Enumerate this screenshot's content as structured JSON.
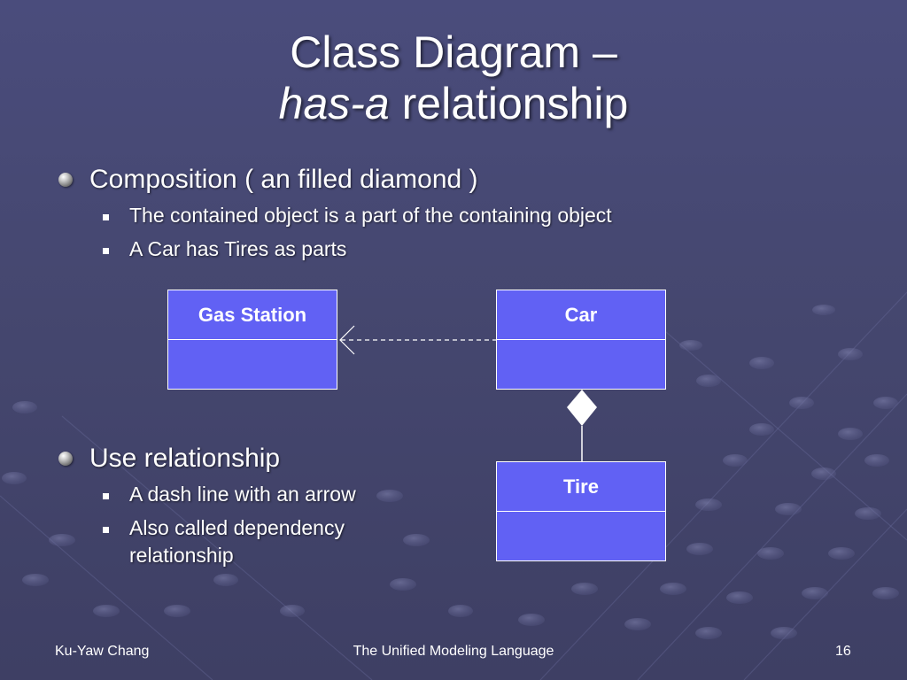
{
  "title": {
    "line1": "Class Diagram –",
    "line2_italic": "has-a",
    "line2_rest": " relationship"
  },
  "sections": [
    {
      "heading": "Composition ( an filled diamond )",
      "points": [
        "The contained object is a part of the containing object",
        "A Car has Tires as parts"
      ]
    },
    {
      "heading": "Use relationship",
      "points": [
        "A dash line with an arrow",
        "Also called dependency",
        "relationship"
      ]
    }
  ],
  "diagram": {
    "classes": {
      "gas_station": "Gas Station",
      "car": "Car",
      "tire": "Tire"
    }
  },
  "footer": {
    "author": "Ku-Yaw Chang",
    "course": "The Unified Modeling Language",
    "page": "16"
  },
  "colors": {
    "background": "#46486f",
    "class_fill": "#6161f4",
    "text": "#ffffff"
  }
}
